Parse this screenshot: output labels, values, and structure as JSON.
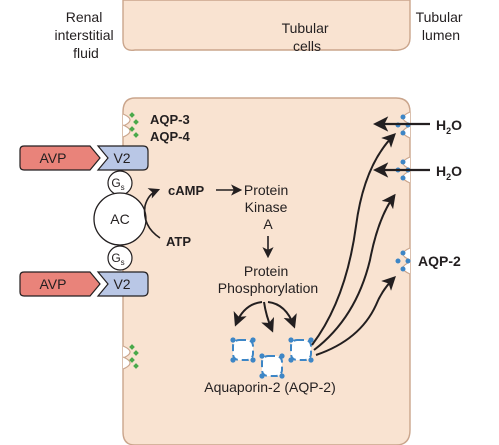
{
  "regions": {
    "interstitial_line1": "Renal",
    "interstitial_line2": "interstitial",
    "interstitial_line3": "fluid",
    "cells_line1": "Tubular",
    "cells_line2": "cells",
    "lumen_line1": "Tubular",
    "lumen_line2": "lumen"
  },
  "basolateral": {
    "aqp3": "AQP-3",
    "aqp4": "AQP-4"
  },
  "signaling": {
    "avp_top": "AVP",
    "v2_top": "V2",
    "gs_top": "G",
    "gs_top_sub": "s",
    "ac": "AC",
    "gs_bottom": "G",
    "gs_bottom_sub": "s",
    "avp_bottom": "AVP",
    "v2_bottom": "V2",
    "camp": "cAMP",
    "atp": "ATP"
  },
  "pathway": {
    "pk_line1": "Protein",
    "pk_line2": "Kinase",
    "pk_line3": "A",
    "phos_line1": "Protein",
    "phos_line2": "Phosphorylation",
    "aquaporin_label": "Aquaporin-2 (AQP-2)"
  },
  "apical": {
    "water_top_main": "H",
    "water_top_sub": "2",
    "water_top_end": "O",
    "water_mid_main": "H",
    "water_mid_sub": "2",
    "water_mid_end": "O",
    "aqp2": "AQP-2"
  },
  "colors": {
    "cell_fill": "#f9e3d1",
    "cell_stroke": "#caa58c",
    "avp_fill": "#e9837a",
    "v2_fill": "#b9c7e6",
    "aqp_blue": "#3d86c6",
    "aqp_green": "#4aa94a"
  }
}
